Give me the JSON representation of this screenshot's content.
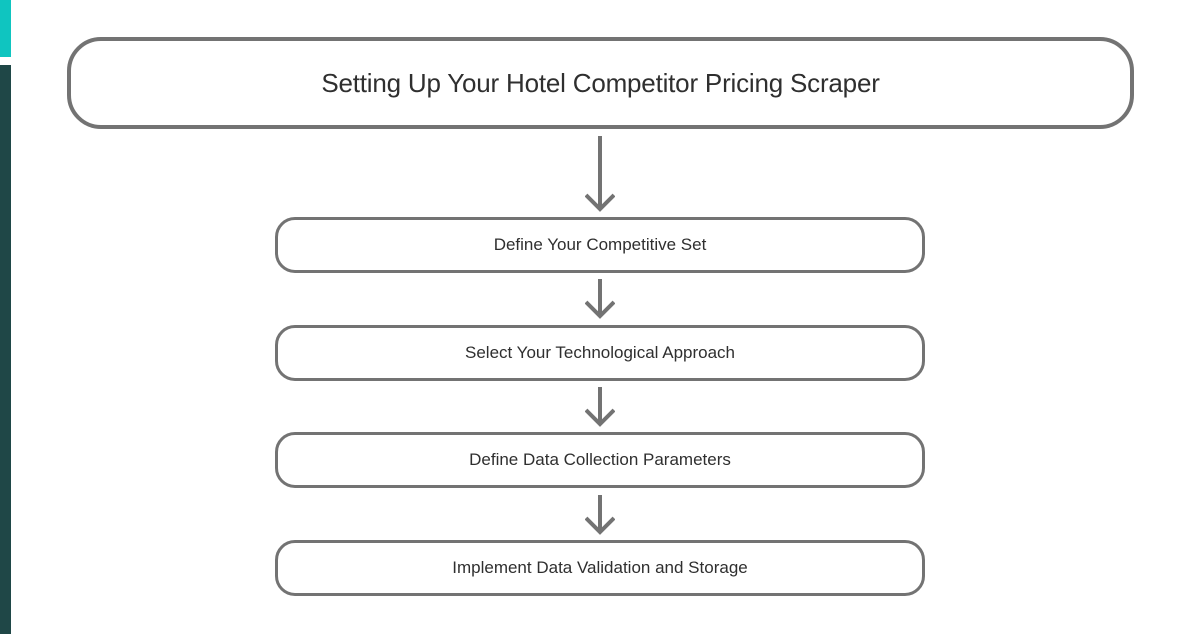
{
  "diagram": {
    "title": "Setting Up Your Hotel Competitor Pricing Scraper",
    "steps": [
      {
        "label": "Define Your Competitive Set"
      },
      {
        "label": "Select Your Technological Approach"
      },
      {
        "label": "Define Data Collection Parameters"
      },
      {
        "label": "Implement Data Validation and Storage"
      }
    ],
    "colors": {
      "border": "#737373",
      "text": "#2f2f2f",
      "accent_bar_top": "#0fc5c0",
      "accent_bar_main": "#1f4747"
    }
  }
}
